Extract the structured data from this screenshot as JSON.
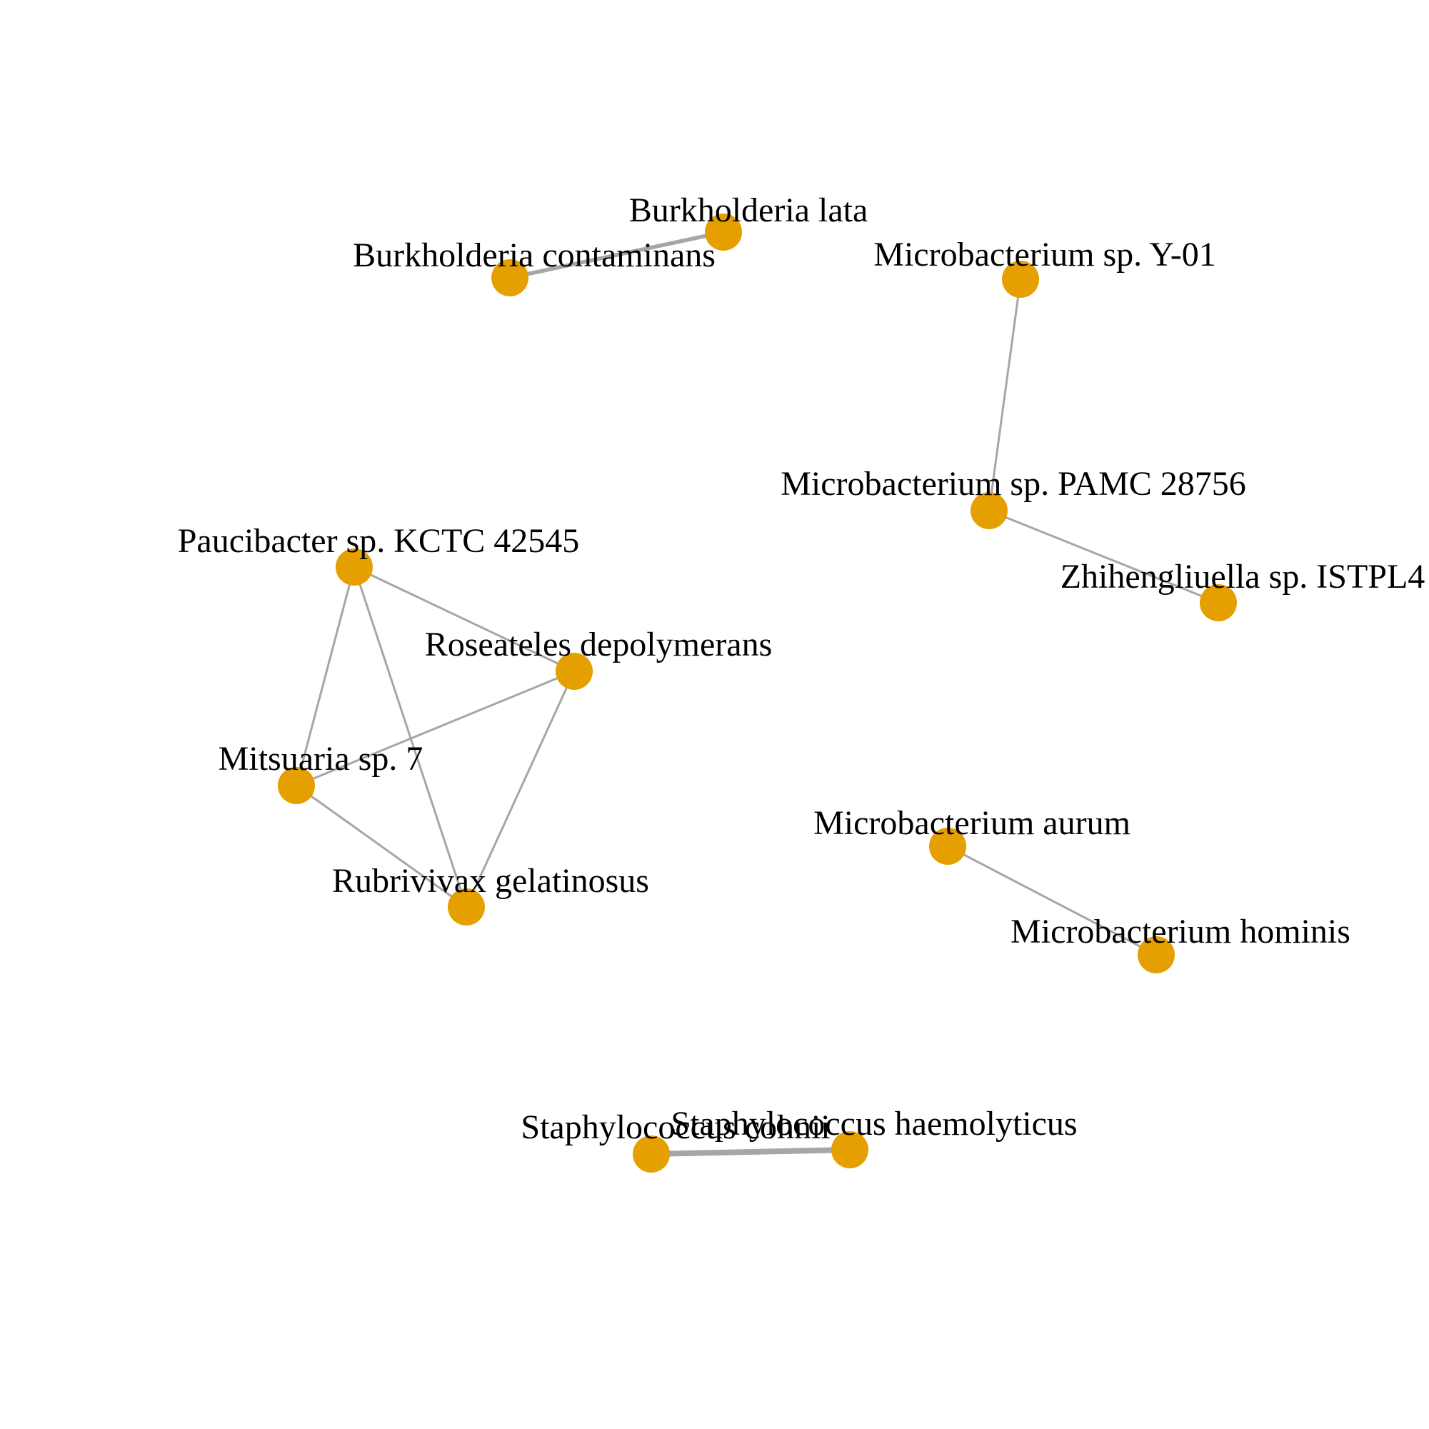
{
  "colors": {
    "node": "#e69f00",
    "edge": "#a6a6a6",
    "label": "#000000",
    "background": "#ffffff"
  },
  "nodes": [
    {
      "id": "burkholderia-lata",
      "label": "Burkholderia lata"
    },
    {
      "id": "burkholderia-contaminans",
      "label": "Burkholderia contaminans"
    },
    {
      "id": "microbacterium-y01",
      "label": "Microbacterium sp. Y-01"
    },
    {
      "id": "microbacterium-pamc",
      "label": "Microbacterium sp. PAMC 28756"
    },
    {
      "id": "zhihengliuella",
      "label": "Zhihengliuella sp. ISTPL4"
    },
    {
      "id": "paucibacter",
      "label": "Paucibacter sp. KCTC 42545"
    },
    {
      "id": "roseateles",
      "label": "Roseateles depolymerans"
    },
    {
      "id": "mitsuaria",
      "label": "Mitsuaria sp. 7"
    },
    {
      "id": "rubrivivax",
      "label": "Rubrivivax gelatinosus"
    },
    {
      "id": "microbacterium-aurum",
      "label": "Microbacterium aurum"
    },
    {
      "id": "microbacterium-hominis",
      "label": "Microbacterium hominis"
    },
    {
      "id": "staphylococcus-cohnii",
      "label": "Staphylococcus cohnii"
    },
    {
      "id": "staphylococcus-haemolyticus",
      "label": "Staphylococcus haemolyticus"
    }
  ],
  "edges": [
    {
      "source": "burkholderia-contaminans",
      "target": "burkholderia-lata",
      "weight": 2
    },
    {
      "source": "microbacterium-y01",
      "target": "microbacterium-pamc",
      "weight": 1
    },
    {
      "source": "microbacterium-pamc",
      "target": "zhihengliuella",
      "weight": 1
    },
    {
      "source": "paucibacter",
      "target": "roseateles",
      "weight": 1
    },
    {
      "source": "paucibacter",
      "target": "mitsuaria",
      "weight": 1
    },
    {
      "source": "paucibacter",
      "target": "rubrivivax",
      "weight": 1
    },
    {
      "source": "roseateles",
      "target": "mitsuaria",
      "weight": 1
    },
    {
      "source": "roseateles",
      "target": "rubrivivax",
      "weight": 1
    },
    {
      "source": "mitsuaria",
      "target": "rubrivivax",
      "weight": 1
    },
    {
      "source": "microbacterium-aurum",
      "target": "microbacterium-hominis",
      "weight": 1
    },
    {
      "source": "staphylococcus-cohnii",
      "target": "staphylococcus-haemolyticus",
      "weight": 3
    }
  ]
}
